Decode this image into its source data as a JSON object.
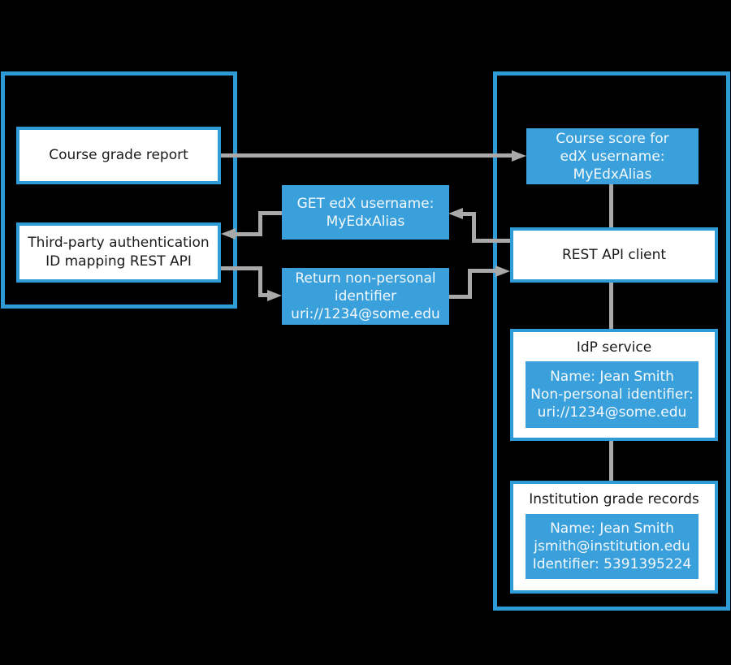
{
  "colors": {
    "background": "#000000",
    "blue_border": "#2f9bd6",
    "blue_fill": "#3aa0dc",
    "arrow_gray": "#a9a9a9",
    "white_box": "#ffffff",
    "dark_text": "#1a1a1a",
    "light_text": "#f2f8fb"
  },
  "edx_side": {
    "course_grade_report": "Course grade report",
    "third_party_line1": "Third-party authentication",
    "third_party_line2": "ID mapping REST API"
  },
  "messages": {
    "get_username_line1": "GET edX username:",
    "get_username_line2": "MyEdxAlias",
    "return_id_line1": "Return non-personal",
    "return_id_line2": "identifier",
    "return_id_line3": "uri://1234@some.edu"
  },
  "institution_side": {
    "course_score_line1": "Course score for",
    "course_score_line2": "edX username:",
    "course_score_line3": "MyEdxAlias",
    "rest_api_client": "REST API client",
    "idp_title": "IdP service",
    "idp_record_line1": "Name: Jean Smith",
    "idp_record_line2": "Non-personal identifier:",
    "idp_record_line3": "uri://1234@some.edu",
    "institution_title": "Institution grade records",
    "institution_record_line1": "Name: Jean Smith",
    "institution_record_line2": "jsmith@institution.edu",
    "institution_record_line3": "Identifier: 5391395224"
  }
}
